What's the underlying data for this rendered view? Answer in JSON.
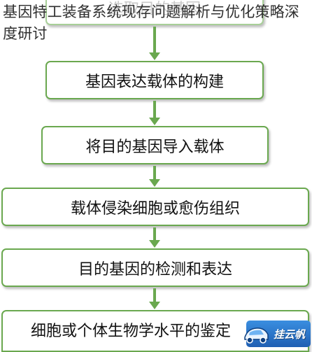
{
  "title": "基因特工装备系统现存问题解析与优化策略深度研讨",
  "flow_steps": [
    "选取目的基因",
    "基因表达载体的构建",
    "将目的基因导入载体",
    "载体侵染细胞或愈伤组织",
    "目的基因的检测和表达",
    "细胞或个体生物学水平的鉴定"
  ],
  "colors": {
    "box_border": "#6aa84f",
    "arrow": "#6aa84f",
    "watermark_bg": "#2a74cc"
  },
  "watermark": {
    "text": "挂云帆",
    "logo_icon": "car-logo-icon"
  }
}
